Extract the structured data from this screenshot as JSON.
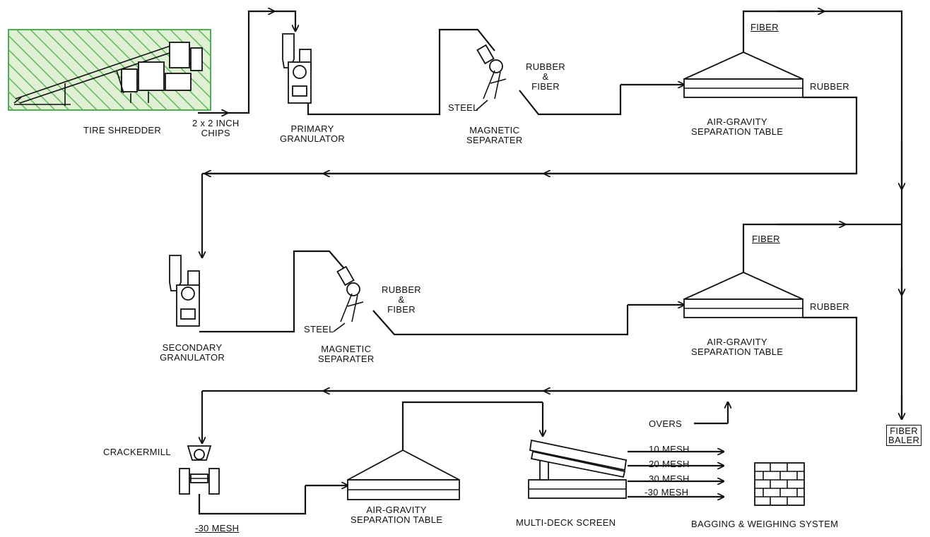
{
  "labels": {
    "tire_shredder": "TIRE SHREDDER",
    "chips": "2 x 2 INCH\nCHIPS",
    "primary_granulator": "PRIMARY\nGRANULATOR",
    "magnetic_separater_1": "MAGNETIC\nSEPARATER",
    "steel_1": "STEEL",
    "rubber_fiber_1": "RUBBER\n&\nFIBER",
    "fiber_1": "FIBER",
    "rubber_1": "RUBBER",
    "air_gravity_1": "AIR-GRAVITY\nSEPARATION TABLE",
    "secondary_granulator": "SECONDARY\nGRANULATOR",
    "magnetic_separater_2": "MAGNETIC\nSEPARATER",
    "steel_2": "STEEL",
    "rubber_fiber_2": "RUBBER\n&\nFIBER",
    "fiber_2": "FIBER",
    "rubber_2": "RUBBER",
    "air_gravity_2": "AIR-GRAVITY\nSEPARATION TABLE",
    "fiber_baler": "FIBER\nBALER",
    "crackermill": "CRACKERMILL",
    "minus_30_mesh": "-30 MESH",
    "air_gravity_3": "AIR-GRAVITY\nSEPARATION TABLE",
    "overs": "OVERS",
    "mesh_10": "10 MESH",
    "mesh_20": "20 MESH",
    "mesh_30": "30 MESH",
    "mesh_minus_30": "-30 MESH",
    "multi_deck_screen": "MULTI-DECK SCREEN",
    "bagging": "BAGGING & WEIGHING SYSTEM"
  },
  "colors": {
    "line": "#111111",
    "shredder_fill": "#c8e6b8",
    "shredder_border": "#4caf50"
  }
}
